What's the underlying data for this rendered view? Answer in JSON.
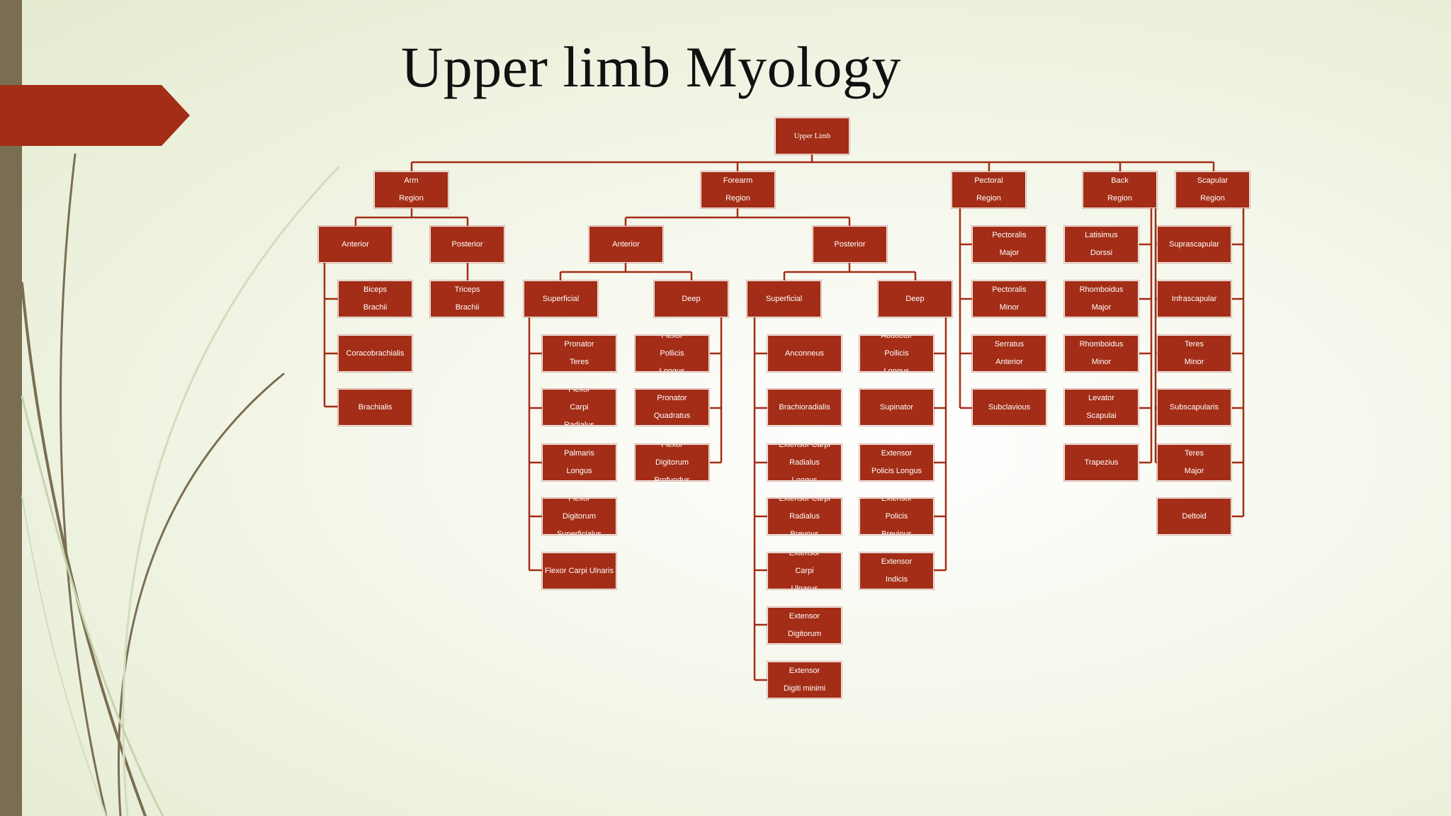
{
  "slide": {
    "title": "Upper limb Myology",
    "colors": {
      "accent": "#a32d16",
      "sidebar": "#7a6e52",
      "line": "#a32d16"
    }
  },
  "tree": {
    "root": "Upper Limb",
    "regions": {
      "arm": "Arm\nRegion",
      "forearm": "Forearm\nRegion",
      "pectoral": "Pectoral\nRegion",
      "back": "Back\nRegion",
      "scapular": "Scapular\nRegion"
    },
    "arm": {
      "anterior": "Anterior",
      "posterior": "Posterior",
      "anterior_muscles": [
        "Biceps\nBrachii",
        "Coracobrachialis",
        "Brachialis"
      ],
      "posterior_muscles": [
        "Triceps\nBrachii"
      ]
    },
    "forearm": {
      "anterior": "Anterior",
      "posterior": "Posterior",
      "anterior_superficial": "Superficial",
      "anterior_deep": "Deep",
      "posterior_superficial": "Superficial",
      "posterior_deep": "Deep",
      "anterior_superficial_muscles": [
        "Pronator\nTeres",
        "Flexor\nCarpi\nRadialus",
        "Palmaris\nLongus",
        "Flexor\nDigitorum\nSuperficialus",
        "Flexor Carpi Ulnaris"
      ],
      "anterior_deep_muscles": [
        "Flexor\nPollicis\nLongus",
        "Pronator\nQuadratus",
        "Flexor\nDigitorum\nProfundus"
      ],
      "posterior_superficial_muscles": [
        "Anconneus",
        "Brachioradialis",
        "Extensor Carpi\nRadialus\nLongus",
        "Extensor Carpi\nRadialus\nBrevous",
        "Extensor\nCarpi\nUlnarus",
        "Extensor\nDigitorum",
        "Extensor\nDigiti minimi"
      ],
      "posterior_deep_muscles": [
        "Abductor\nPollicis\nLongus",
        "Supinator",
        "Extensor\nPolicis Longus",
        "Extensor\nPolicis\nBrevious",
        "Extensor\nIndicis"
      ]
    },
    "pectoral_muscles": [
      "Pectoralis\nMajor",
      "Pectoralis\nMinor",
      "Serratus\nAnterior",
      "Subclavious"
    ],
    "back_muscles": [
      "Latisimus\nDorssi",
      "Rhomboidus\nMajor",
      "Rhomboidus\nMinor",
      "Levator\nScapulai",
      "Trapezius"
    ],
    "scapular_muscles": [
      "Suprascapular",
      "Infrascapular",
      "Teres\nMinor",
      "Subscapularis",
      "Teres\nMajor",
      "Deltoid"
    ]
  }
}
